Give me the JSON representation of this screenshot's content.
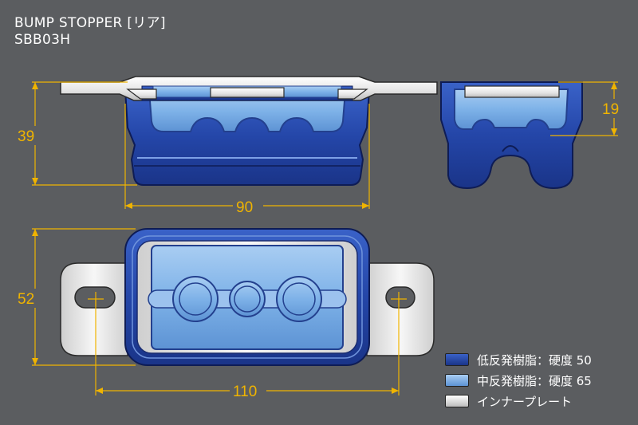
{
  "header": {
    "title": "BUMP STOPPER [リア]",
    "part_number": "SBB03H"
  },
  "dimensions": {
    "height_side": "39",
    "width_side": "90",
    "height_end": "19",
    "width_top": "52",
    "length_top": "110"
  },
  "legend": {
    "items": [
      {
        "label": "低反発樹脂：硬度 50",
        "color": "#2a4fb0"
      },
      {
        "label": "中反発樹脂：硬度 65",
        "color": "#7db0e6"
      },
      {
        "label": "インナープレート",
        "color": "#e8e8e8"
      }
    ]
  },
  "colors": {
    "background": "#5b5d60",
    "dimension_lines": "#f0b400",
    "resin_low": "#2a4fb0",
    "resin_mid": "#7db0e6",
    "plate": "#e8e8e8"
  }
}
